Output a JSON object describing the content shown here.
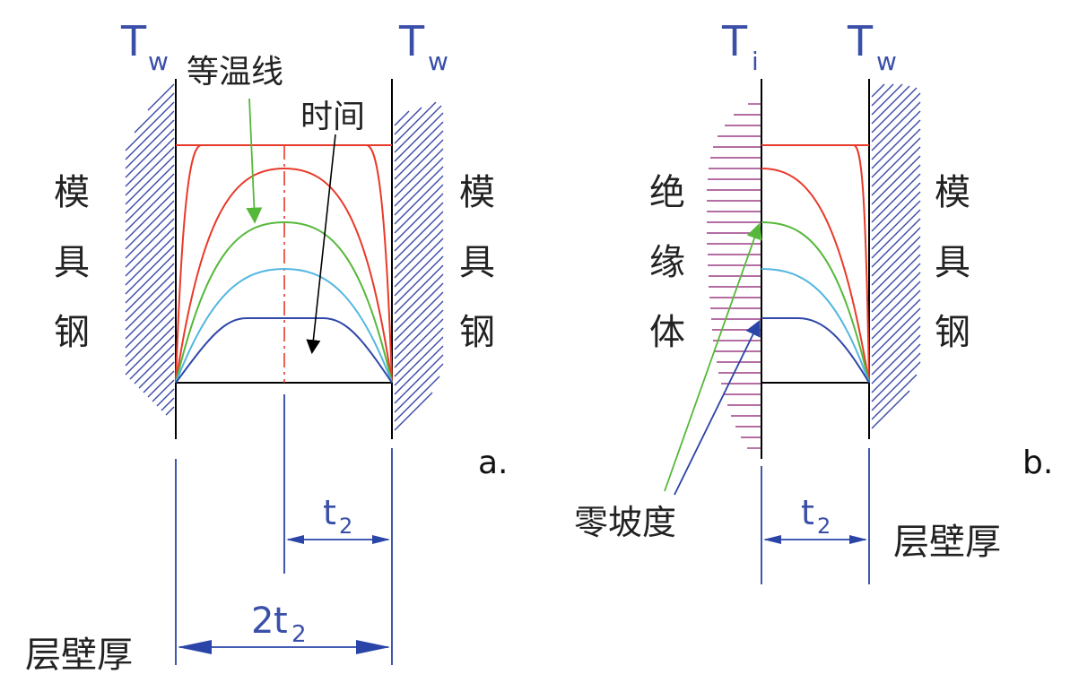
{
  "diagram": {
    "colors": {
      "wall_hatch": "#3b4aa8",
      "insulator_hatch": "#9b3f86",
      "curve_red": "#e83a2a",
      "curve_green": "#56b83a",
      "curve_cyan": "#52b7e0",
      "curve_blue": "#2f47a8",
      "dimension": "#2a44a8",
      "frame": "#000000"
    },
    "panel_a": {
      "left_temp": "T",
      "left_temp_sub": "w",
      "right_temp": "T",
      "right_temp_sub": "w",
      "isotherm_label": "等温线",
      "time_label": "时间",
      "left_material": [
        "模",
        "具",
        "钢"
      ],
      "right_material": [
        "模",
        "具",
        "钢"
      ],
      "half_thickness": "t",
      "half_thickness_sub": "2",
      "full_thickness_coef": "2",
      "full_thickness": "t",
      "full_thickness_sub": "2",
      "wall_thickness_label": "层壁厚",
      "panel_label": "a."
    },
    "panel_b": {
      "left_temp": "T",
      "left_temp_sub": "i",
      "right_temp": "T",
      "right_temp_sub": "w",
      "left_material": [
        "绝",
        "缘",
        "体"
      ],
      "right_material": [
        "模",
        "具",
        "钢"
      ],
      "zero_slope_label": "零坡度",
      "thickness": "t",
      "thickness_sub": "2",
      "wall_thickness_label": "层壁厚",
      "panel_label": "b."
    }
  }
}
